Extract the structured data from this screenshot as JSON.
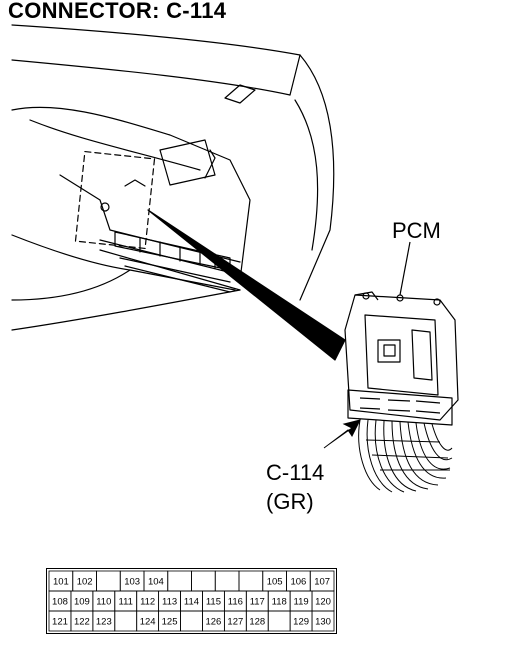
{
  "title": "CONNECTOR: C-114",
  "labels": {
    "module": "PCM",
    "connector_id": "C-114",
    "connector_color": "(GR)"
  },
  "pinout": {
    "rows": [
      [
        "101",
        "102",
        "",
        "103",
        "104",
        "",
        "",
        "",
        "",
        "105",
        "106",
        "107"
      ],
      [
        "108",
        "109",
        "110",
        "111",
        "112",
        "113",
        "114",
        "115",
        "116",
        "117",
        "118",
        "119",
        "120"
      ],
      [
        "121",
        "122",
        "123",
        "",
        "124",
        "125",
        "",
        "126",
        "127",
        "128",
        "",
        "129",
        "130"
      ]
    ]
  }
}
